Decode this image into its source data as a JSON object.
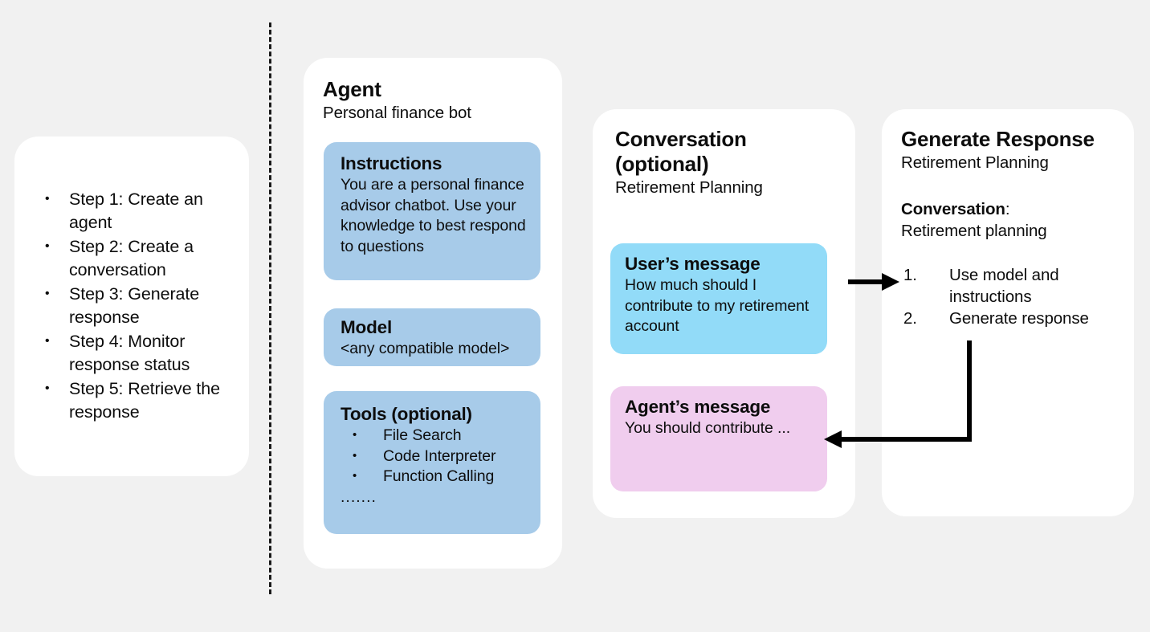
{
  "background_color": "#f1f1f1",
  "card_color": "#ffffff",
  "accent_blue": "#a7cbe9",
  "accent_cyan": "#92dbf8",
  "accent_pink": "#f0cdee",
  "divider": {
    "style": "dashed-vertical-line",
    "color": "#1a1a1a"
  },
  "steps_card": {
    "items": [
      "Step 1: Create an agent",
      "Step 2: Create a conversation",
      "Step 3: Generate response",
      "Step 4: Monitor response status",
      "Step 5: Retrieve the response"
    ]
  },
  "agent_card": {
    "title": "Agent",
    "subtitle": "Personal finance bot",
    "instructions": {
      "title": "Instructions",
      "body": "You are a personal finance advisor chatbot. Use your knowledge to best respond to questions"
    },
    "model": {
      "title": "Model",
      "body": "<any compatible model>"
    },
    "tools": {
      "title": "Tools (optional)",
      "items": [
        "File Search",
        "Code Interpreter",
        "Function Calling"
      ],
      "ellipsis": "......."
    }
  },
  "conversation_card": {
    "title": "Conversation (optional)",
    "subtitle": "Retirement Planning",
    "user_message": {
      "title": "User’s message",
      "body": "How much should I contribute to my retirement account"
    },
    "agent_message": {
      "title": "Agent’s message",
      "body": "You should contribute ..."
    }
  },
  "generate_card": {
    "title": "Generate Response",
    "subtitle": "Retirement Planning",
    "conversation_label": "Conversation",
    "conversation_colon": ":",
    "conversation_value": "Retirement planning",
    "steps": [
      {
        "num": "1.",
        "text": "Use model and instructions"
      },
      {
        "num": "2.",
        "text": "Generate response"
      }
    ]
  },
  "arrows": [
    {
      "name": "conversation-to-generate",
      "direction": "right"
    },
    {
      "name": "generate-to-agent-message",
      "direction": "left-elbow"
    }
  ]
}
